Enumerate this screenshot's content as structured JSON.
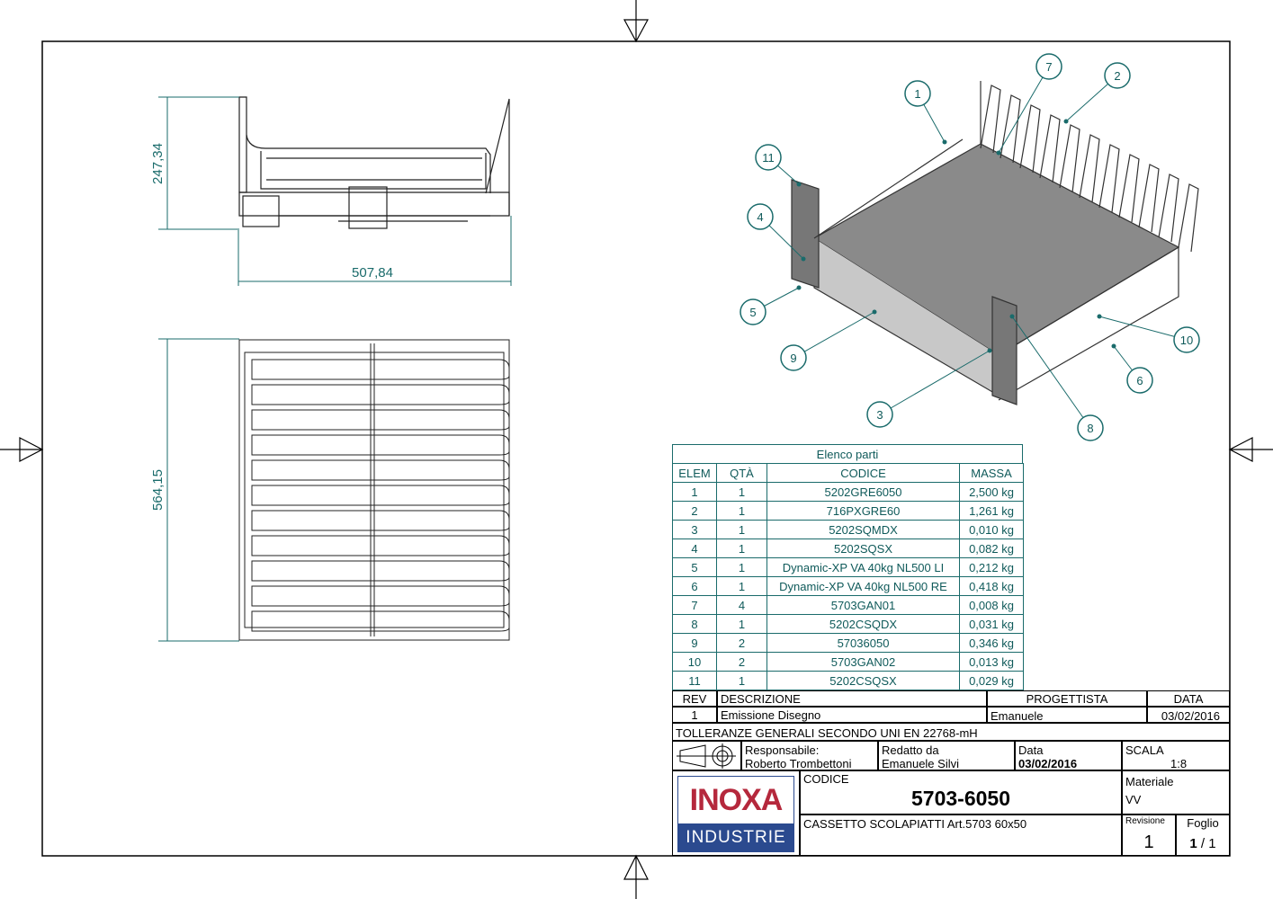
{
  "dimensions": {
    "height_side": "247,34",
    "length_side": "507,84",
    "width_top": "564,15"
  },
  "balloons": [
    "1",
    "2",
    "3",
    "4",
    "5",
    "6",
    "7",
    "8",
    "9",
    "10",
    "11"
  ],
  "parts_list": {
    "title": "Elenco parti",
    "headers": [
      "ELEM",
      "QTÀ",
      "CODICE",
      "MASSA"
    ],
    "rows": [
      [
        "1",
        "1",
        "5202GRE6050",
        "2,500 kg"
      ],
      [
        "2",
        "1",
        "716PXGRE60",
        "1,261 kg"
      ],
      [
        "3",
        "1",
        "5202SQMDX",
        "0,010 kg"
      ],
      [
        "4",
        "1",
        "5202SQSX",
        "0,082 kg"
      ],
      [
        "5",
        "1",
        "Dynamic-XP VA 40kg NL500 LI",
        "0,212 kg"
      ],
      [
        "6",
        "1",
        "Dynamic-XP VA 40kg NL500 RE",
        "0,418 kg"
      ],
      [
        "7",
        "4",
        "5703GAN01",
        "0,008 kg"
      ],
      [
        "8",
        "1",
        "5202CSQDX",
        "0,031 kg"
      ],
      [
        "9",
        "2",
        "57036050",
        "0,346 kg"
      ],
      [
        "10",
        "2",
        "5703GAN02",
        "0,013 kg"
      ],
      [
        "11",
        "1",
        "5202CSQSX",
        "0,029 kg"
      ]
    ]
  },
  "title_block": {
    "rev_header": "REV",
    "desc_header": "DESCRIZIONE",
    "designer_header": "PROGETTISTA",
    "date_header": "DATA",
    "rev": "1",
    "description": "Emissione Disegno",
    "designer": "Emanuele",
    "date": "03/02/2016",
    "tolerances": "TOLLERANZE GENERALI SECONDO UNI EN 22768-mH",
    "responsible_label": "Responsabile:",
    "responsible": "Roberto Trombettoni",
    "drawn_by_label": "Redatto  da",
    "drawn_by": "Emanuele Silvi",
    "data_label": "Data",
    "data_value": "03/02/2016",
    "scale_label": "SCALA",
    "scale": "1:8",
    "code_label": "CODICE",
    "code": "5703-6050",
    "material_label": "Materiale",
    "material": "VV",
    "title": "CASSETTO SCOLAPIATTI Art.5703 60x50",
    "revision_label": "Revisione",
    "revision": "1",
    "sheet_label": "Foglio",
    "sheet": "1",
    "sheet_total": "/ 1",
    "logo_top": "INOXA",
    "logo_bottom": "INDUSTRIE",
    "colors": {
      "logo_red": "#b5283c",
      "logo_blue": "#2b4a8f",
      "teal": "#1a6b6b"
    }
  }
}
